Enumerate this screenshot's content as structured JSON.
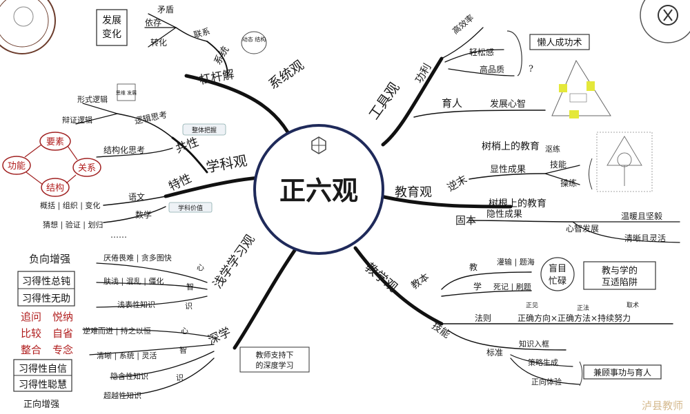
{
  "center": {
    "title": "正六观"
  },
  "system_view": {
    "label": "系统观",
    "sub": "杠杆解",
    "xitong": "系统",
    "xitong_note": "动态 结构",
    "lianxi": "联系",
    "maodun": "矛盾",
    "yicun": "依存",
    "zhuanhua": "转化",
    "box": "发展\n变化"
  },
  "subject_view": {
    "label": "学科观",
    "gongxing": "共性",
    "texing": "特性",
    "luoji": "逻辑思考",
    "jiegou": "结构化思考",
    "xingshi": "形式逻辑",
    "bianzheng": "辩证逻辑",
    "note_gongxing": "整体把握",
    "note_xingshi": "思维 发展",
    "cycle": [
      "要素",
      "关系",
      "结构",
      "功能"
    ],
    "yuwen": "语文",
    "shuxue": "数学",
    "yuwen_items": "概括 | 组织 | 变化",
    "shuxue_items": "猜想 | 验证 | 划归",
    "ellipsis": "……",
    "note_texing": "学科价值"
  },
  "tool_view": {
    "label": "工具观",
    "gongli": "功利",
    "yuren": "育人",
    "gaoxiaolv": "高效率",
    "qingsonggan": "轻松感",
    "gaopinzhi": "高品质",
    "fazhan": "发展心智",
    "box": "懒人成功术",
    "question": "?"
  },
  "education_view": {
    "label": "教育观",
    "shaomo": "逆末",
    "genben": "固本",
    "xianxing": "显性成果",
    "yinxing": "隐性成果",
    "jineng": "技能",
    "caolian": "操练",
    "shushao": "树梢上的教育",
    "shugen": "树根上的教育",
    "xiongji": "沤练",
    "xinzhi": "心智发展",
    "jianyi": "温暖且坚毅",
    "linghuo": "清晰且灵活"
  },
  "teaching_view": {
    "label": "教学观",
    "jiaoben": "教本",
    "jineng": "技能",
    "jiao": "教",
    "xue": "学",
    "jiao_items": "灌输 | 题海",
    "xue_items": "死记 | 刷题",
    "mangmu": "盲目 忙碌",
    "box": "教与学的\n互适陷阱",
    "fazhe": "法则",
    "formula": "正确方向×正确方法×持续努力",
    "zhengjian": "正见",
    "zhengfa": "正法",
    "zhengxing": "取术",
    "biaozhun": "标准",
    "zhishi_rukuang": "知识入框",
    "celue": "策略生成",
    "zhengxiang": "正向体验",
    "box2": "兼顾事功与育人"
  },
  "learning_view": {
    "label": "浅学学习观",
    "shenxue": "深学",
    "box": "教师支持下\n的深度学习",
    "shallow": [
      {
        "a": "厌倦畏难 | 贪多图快",
        "b": "心"
      },
      {
        "a": "肤浅 | 混乱 | 僵化",
        "b": "智"
      },
      {
        "a": "浅表性知识",
        "b": "识"
      }
    ],
    "deep": [
      {
        "a": "逆难而进 | 持之以恒",
        "b": "心"
      },
      {
        "a": "清晰 | 系统 | 灵活",
        "b": "智"
      },
      {
        "a": "隐含性知识",
        "b": "识"
      },
      {
        "a": "超越性知识",
        "b": ""
      }
    ],
    "left": {
      "fuxiang": "负向增强",
      "zongdun": "习得性总钝",
      "wuzhu": "习得性无助",
      "zhuiwen": "追问",
      "bijiao": "比较",
      "zhenghe": "整合",
      "yuena": "悦纳",
      "zixing": "自省",
      "zhuannian": "专念",
      "zixin": "习得性自信",
      "conghui": "习得性聪慧",
      "zhengxiang": "正向增强"
    }
  },
  "watermark": "泸县教师"
}
